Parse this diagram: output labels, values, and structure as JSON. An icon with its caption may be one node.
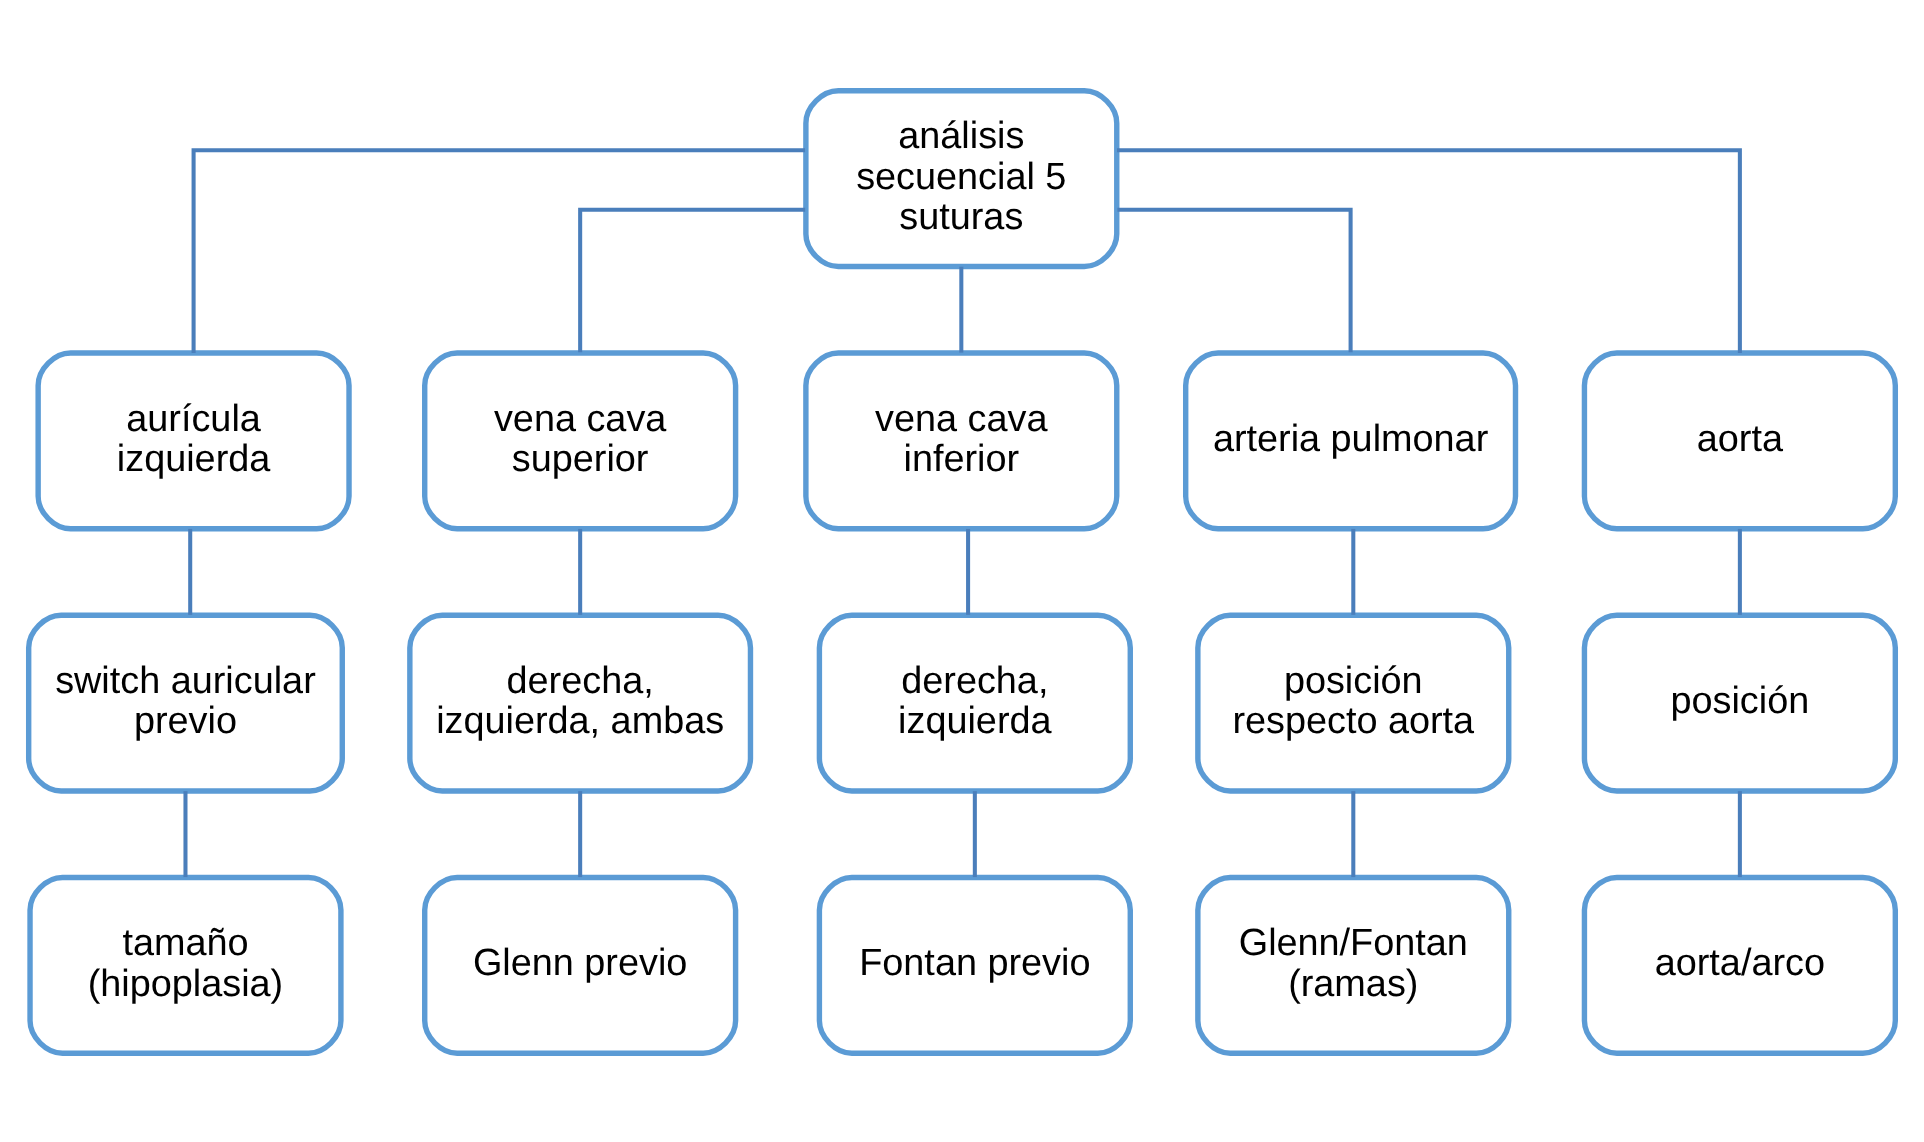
{
  "diagram": {
    "nodes": [
      {
        "text": [
          "análisis secuencial 5 suturas"
        ]
      },
      {
        "text": [
          "aurícula izquierda"
        ]
      },
      {
        "text": [
          "vena cava superior"
        ]
      },
      {
        "text": [
          "vena cava inferior"
        ]
      },
      {
        "text": [
          "arteria pulmonar"
        ]
      },
      {
        "text": [
          "aorta"
        ]
      },
      {
        "text": [
          "switch auricular previo"
        ]
      },
      {
        "text": [
          "derecha, izquierda, ambas"
        ]
      },
      {
        "text": [
          "derecha, izquierda"
        ]
      },
      {
        "text": [
          "posición respecto aorta"
        ]
      },
      {
        "text": [
          "posición"
        ]
      },
      {
        "text": [
          "tamaño (hipoplasia)"
        ]
      },
      {
        "text": [
          "Glenn previo"
        ]
      },
      {
        "text": [
          "Fontan previo"
        ]
      },
      {
        "text": [
          "Glenn/Fontan (ramas)"
        ]
      },
      {
        "text": [
          "aorta/arco"
        ]
      }
    ],
    "edges": [
      {
        "from": 0,
        "to": 1,
        "arrow": "none"
      },
      {
        "from": 0,
        "to": 2,
        "arrow": "none"
      },
      {
        "from": 0,
        "to": 3,
        "arrow": "none"
      },
      {
        "from": 0,
        "to": 4,
        "arrow": "none"
      },
      {
        "from": 0,
        "to": 5,
        "arrow": "none"
      },
      {
        "from": 1,
        "to": 6,
        "arrow": "none"
      },
      {
        "from": 2,
        "to": 7,
        "arrow": "none"
      },
      {
        "from": 3,
        "to": 8,
        "arrow": "none"
      },
      {
        "from": 4,
        "to": 9,
        "arrow": "none"
      },
      {
        "from": 5,
        "to": 10,
        "arrow": "none"
      },
      {
        "from": 6,
        "to": 11,
        "arrow": "none"
      },
      {
        "from": 7,
        "to": 12,
        "arrow": "none"
      },
      {
        "from": 8,
        "to": 13,
        "arrow": "none"
      },
      {
        "from": 9,
        "to": 14,
        "arrow": "none"
      },
      {
        "from": 10,
        "to": 15,
        "arrow": "none"
      }
    ]
  }
}
